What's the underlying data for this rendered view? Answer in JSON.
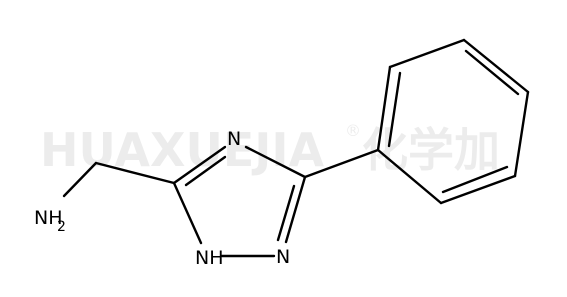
{
  "watermark": {
    "text": "HUAXUEJIA",
    "registered": "®",
    "cjk": "化学加"
  },
  "molecule": {
    "atoms": {
      "n_top": "N",
      "n_bottom": "N",
      "nh": "NH",
      "nh2": "NH",
      "nh2_subscript": "2"
    }
  }
}
